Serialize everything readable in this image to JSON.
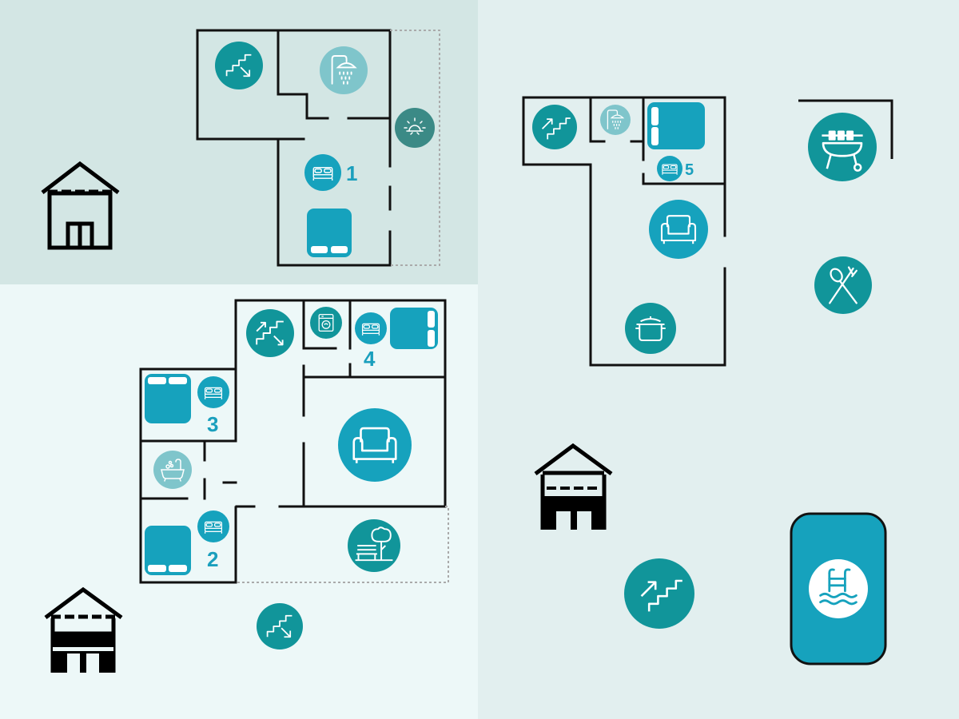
{
  "colors": {
    "panel_top_left": "#d3e6e4",
    "panel_bottom_left": "#edf8f8",
    "panel_right": "#e2efef",
    "wall": "#111111",
    "teal_dark": "#11959a",
    "teal_bright": "#16a2bd",
    "teal_light": "#7fc5cb",
    "label": "#1a9fbd",
    "dotted": "#aaaaaa"
  },
  "floor_plans": {
    "upper_left": {
      "room_label": "1",
      "building_icon": "house-two-storey-upper-floor-icon",
      "icons": [
        "stairs-down-icon",
        "shower-icon",
        "sun-terrace-icon",
        "double-bed-icon",
        "double-bed-furniture-icon"
      ]
    },
    "lower_left": {
      "room_labels": [
        "2",
        "3",
        "4"
      ],
      "building_icon": "house-two-storey-ground-floor-icon",
      "icons": [
        "stairs-icon",
        "washing-machine-icon",
        "double-bed-icon",
        "double-bed-furniture-icon",
        "bathtub-icon",
        "armchair-icon",
        "garden-bench-icon",
        "stairs-down-icon"
      ]
    },
    "right": {
      "room_label": "5",
      "building_icon": "house-ground-floor-icon",
      "icons": [
        "stairs-up-icon",
        "shower-icon",
        "double-bed-icon",
        "double-bed-furniture-icon",
        "armchair-icon",
        "cooking-pot-icon",
        "barbecue-grill-icon",
        "dining-cutlery-icon",
        "stairs-up-icon",
        "swimming-pool-icon"
      ]
    }
  }
}
